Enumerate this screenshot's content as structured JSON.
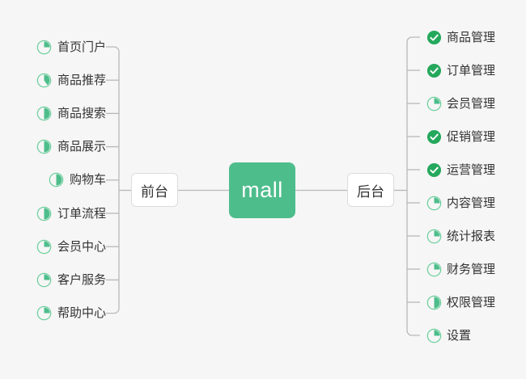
{
  "diagram": {
    "title": "mall",
    "background_color": "#f6f6f6",
    "accent_color": "#4ebd8c",
    "root": {
      "label": "mall"
    },
    "branches": [
      {
        "id": "frontend",
        "label": "前台",
        "side": "left"
      },
      {
        "id": "backend",
        "label": "后台",
        "side": "right"
      }
    ],
    "left_items": [
      {
        "label": "首页门户",
        "icon": "pie-progress-icon",
        "progress": 25
      },
      {
        "label": "商品推荐",
        "icon": "pie-progress-icon",
        "progress": 40
      },
      {
        "label": "商品搜索",
        "icon": "pie-progress-icon",
        "progress": 50
      },
      {
        "label": "商品展示",
        "icon": "pie-progress-icon",
        "progress": 50
      },
      {
        "label": "购物车",
        "icon": "pie-progress-icon",
        "progress": 50
      },
      {
        "label": "订单流程",
        "icon": "pie-progress-icon",
        "progress": 50
      },
      {
        "label": "会员中心",
        "icon": "pie-progress-icon",
        "progress": 25
      },
      {
        "label": "客户服务",
        "icon": "pie-progress-icon",
        "progress": 25
      },
      {
        "label": "帮助中心",
        "icon": "pie-progress-icon",
        "progress": 25
      }
    ],
    "right_items": [
      {
        "label": "商品管理",
        "icon": "check-circle-icon",
        "progress": 100
      },
      {
        "label": "订单管理",
        "icon": "check-circle-icon",
        "progress": 100
      },
      {
        "label": "会员管理",
        "icon": "pie-progress-icon",
        "progress": 25
      },
      {
        "label": "促销管理",
        "icon": "check-circle-icon",
        "progress": 100
      },
      {
        "label": "运营管理",
        "icon": "check-circle-icon",
        "progress": 100
      },
      {
        "label": "内容管理",
        "icon": "pie-progress-icon",
        "progress": 25
      },
      {
        "label": "统计报表",
        "icon": "pie-progress-icon",
        "progress": 25
      },
      {
        "label": "财务管理",
        "icon": "pie-progress-icon",
        "progress": 25
      },
      {
        "label": "权限管理",
        "icon": "pie-progress-icon",
        "progress": 50
      },
      {
        "label": "设置",
        "icon": "pie-progress-icon",
        "progress": 25
      }
    ]
  }
}
